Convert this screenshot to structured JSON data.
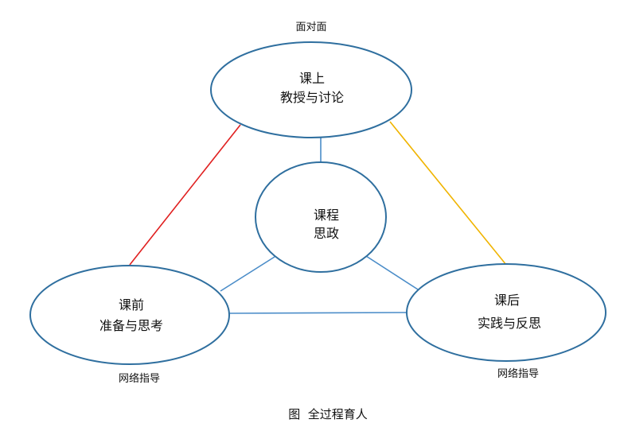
{
  "top_label": "面对面",
  "nodes": {
    "top": {
      "line1": "课上",
      "line2": "教授与讨论"
    },
    "center": {
      "line1": "课程",
      "line2": "思政"
    },
    "left": {
      "line1": "课前",
      "line2": "准备与思考",
      "note": "网络指导"
    },
    "right": {
      "line1": "课后",
      "line2": "实践与反思",
      "note": "网络指导"
    }
  },
  "caption": "图  全过程育人",
  "colors": {
    "ellipse_stroke": "#2f6f9f",
    "blue_link": "#4a8cc8",
    "red_link": "#e02020",
    "orange_link": "#f0b400"
  }
}
